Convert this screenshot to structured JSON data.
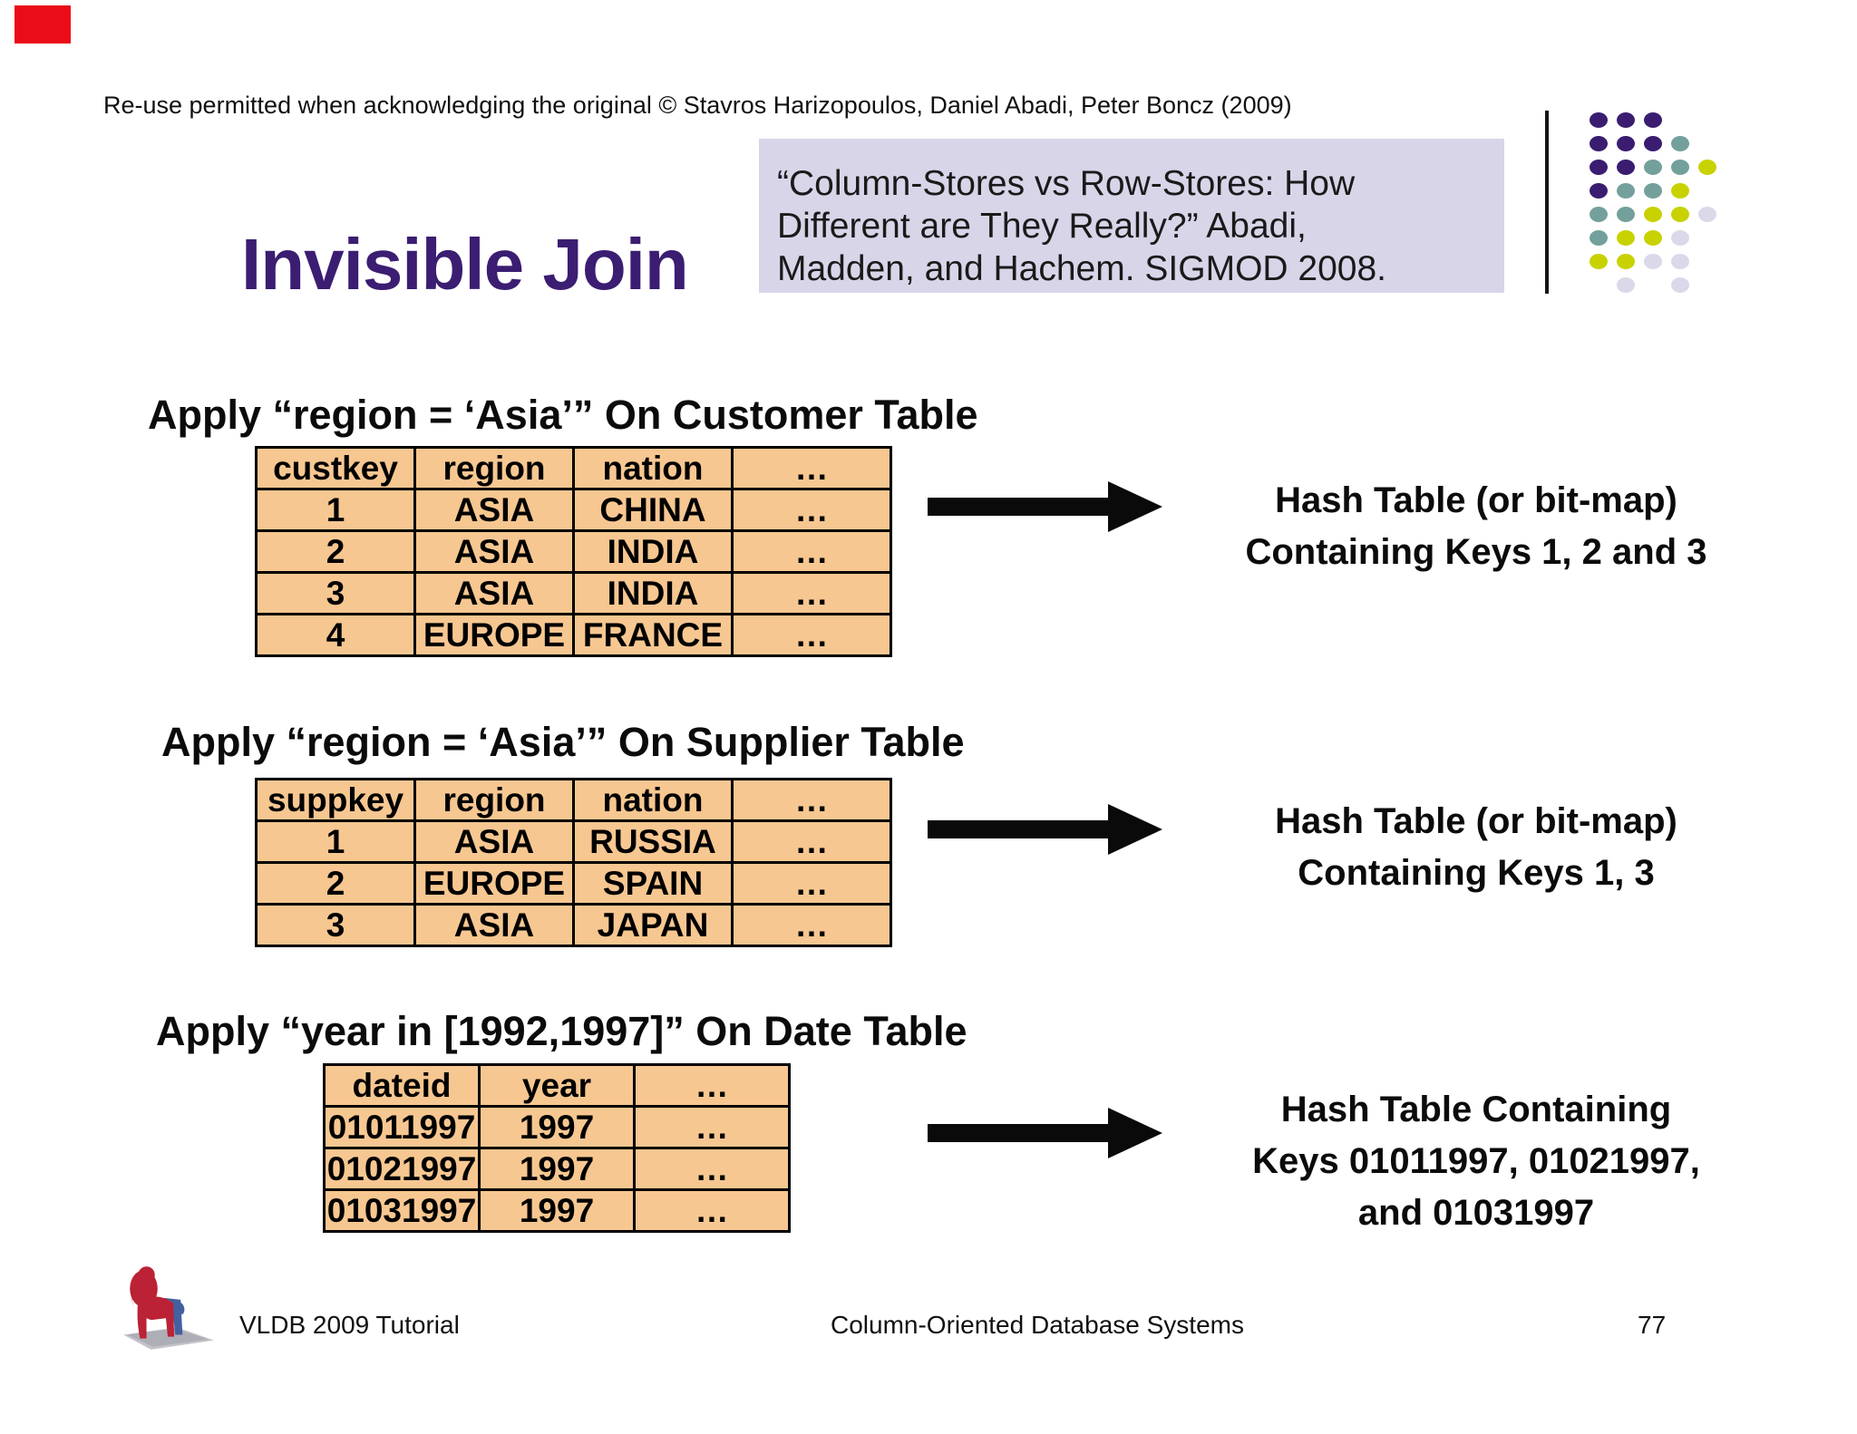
{
  "slide": {
    "notice": "Re-use permitted when acknowledging the original © Stavros Harizopoulos, Daniel Abadi, Peter Boncz (2009)",
    "title": "Invisible Join",
    "citation_lines": [
      "“Column-Stores vs Row-Stores: How",
      "Different are They Really?” Abadi,",
      "Madden, and Hachem. SIGMOD 2008."
    ],
    "footer": {
      "left": "VLDB 2009 Tutorial",
      "center": "Column-Oriented Database Systems",
      "page": "77"
    }
  },
  "colors": {
    "title_purple": "#3b1d72",
    "citation_background": "#d8d5e9",
    "table_fill_peach": "#f7c791",
    "table_border": "#000000",
    "arrow_black": "#0a0a0a",
    "red_corner_mark": "#ea0c18",
    "dot_purple": "#3a1d70",
    "dot_teal": "#74a09c",
    "dot_yellow": "#c8d200",
    "dot_lavender": "#dbd8ea"
  },
  "logo_dots": {
    "palette": {
      "P": "#3a1d70",
      "T": "#74a09c",
      "Y": "#c8d200",
      "L": "#dbd8ea"
    },
    "pattern": [
      "PPP..",
      "PPPT.",
      "PPTTY",
      "PTTY.",
      "TTYYL",
      "TYYL.",
      "YYLL.",
      ".L.L."
    ]
  },
  "sections": [
    {
      "heading": "Apply “region = ‘Asia’” On Customer Table",
      "table": {
        "columns": [
          "custkey",
          "region",
          "nation",
          "…"
        ],
        "rows": [
          [
            "1",
            "ASIA",
            "CHINA",
            "…"
          ],
          [
            "2",
            "ASIA",
            "INDIA",
            "…"
          ],
          [
            "3",
            "ASIA",
            "INDIA",
            "…"
          ],
          [
            "4",
            "EUROPE",
            "FRANCE",
            "…"
          ]
        ]
      },
      "result_lines": [
        "Hash Table (or bit-map)",
        "Containing Keys 1, 2 and 3"
      ]
    },
    {
      "heading": "Apply “region = ‘Asia’” On Supplier Table",
      "table": {
        "columns": [
          "suppkey",
          "region",
          "nation",
          "…"
        ],
        "rows": [
          [
            "1",
            "ASIA",
            "RUSSIA",
            "…"
          ],
          [
            "2",
            "EUROPE",
            "SPAIN",
            "…"
          ],
          [
            "3",
            "ASIA",
            "JAPAN",
            "…"
          ]
        ]
      },
      "result_lines": [
        "Hash Table (or bit-map)",
        "Containing Keys 1, 3"
      ]
    },
    {
      "heading": "Apply “year in [1992,1997]” On Date Table",
      "table": {
        "columns": [
          "dateid",
          "year",
          "…"
        ],
        "rows": [
          [
            "01011997",
            "1997",
            "…"
          ],
          [
            "01021997",
            "1997",
            "…"
          ],
          [
            "01031997",
            "1997",
            "…"
          ]
        ]
      },
      "result_lines": [
        "Hash Table Containing",
        "Keys 01011997, 01021997,",
        "and 01031997"
      ]
    }
  ]
}
